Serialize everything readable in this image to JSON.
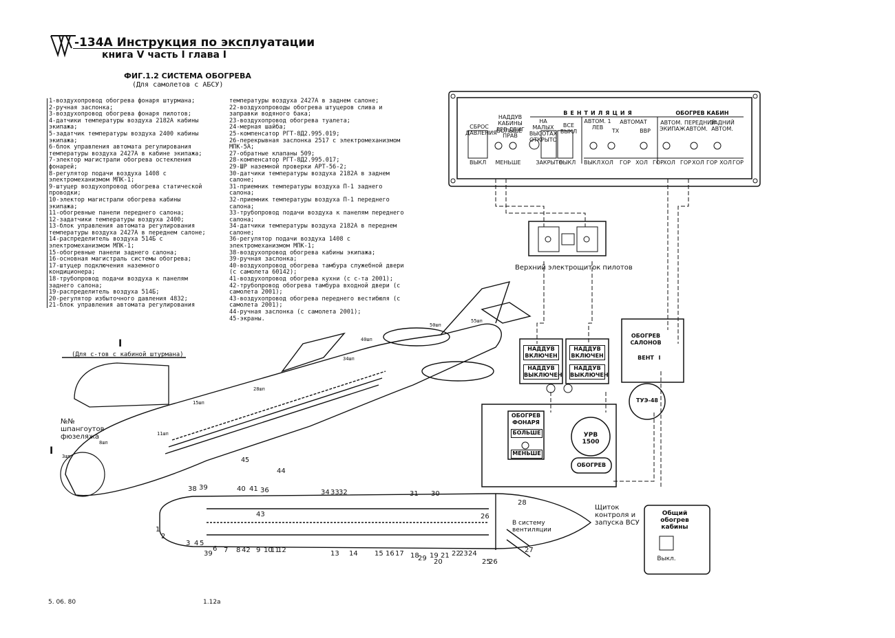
{
  "header": {
    "line1": "-134A Инструкция по эксплуатации",
    "line2": "книга V часть I глава I"
  },
  "figure": {
    "title": "ФИГ.1.2 СИСТЕМА ОБОГРЕВА",
    "subtitle": "(Для самолетов с АБСУ)"
  },
  "legend_left": [
    "1-воздухопровод обогрева фонаря штурмана;",
    "2-ручная заслонка;",
    "3-воздухопровод обогрева фонаря пилотов;",
    "4-датчики температуры воздуха 2182А кабины экипажа;",
    "5-задатчик температуры воздуха 2400 кабины экипажа;",
    "6-блок управления автомата регулирования температуры воздуха 2427А в кабине экипажа;",
    "7-электор магистрали обогрева остекления фонарей;",
    "8-регулятор подачи воздуха 1408 с электромеханизмом МПК-1;",
    "9-штуцер воздухопровод обогрева статической проводки;",
    "10-электор магистрали обогрева кабины экипажа;",
    "11-обогревные панели переднего салона;",
    "12-задатчики температуры воздуха 2400;",
    "13-блок управления автомата регулирования температуры воздуха 2427А в переднем салоне;",
    "14-распределитель воздуха 514Б с электромеханизмом МПК-1;",
    "15-обогревные панели заднего салона;",
    "16-основная магистраль системы обогрева;",
    "17-штуцер подключения наземного кондиционера;",
    "18-трубопровод подачи воздуха к панелям заднего салона;",
    "19-распределитель воздуха 514Б;",
    "20-регулятор избыточного давления 4832;",
    "21-блок управления автомата регулирования"
  ],
  "legend_right": [
    "температуры воздуха 2427А в заднем салоне;",
    "22-воздухопроводы обогрева штуцеров слива и заправки водяного бака;",
    "23-воздухопровод обогрева туалета;",
    "24-мерная шайба;",
    "25-компенсатор РГТ-8Д2.995.019;",
    "26-перекрывная заслонка 2517 с электромеханизмом МПК-5А;",
    "27-обратные клапаны 509;",
    "28-компенсатор РГТ-8Д2.995.017;",
    "29-ШР наземной проверки АРТ-56-2;",
    "30-датчики температуры воздуха 2182А в заднем салоне;",
    "31-приемник температуры воздуха П-1 заднего салона;",
    "32-приемник температуры воздуха П-1 переднего салона;",
    "33-трубопровод подачи воздуха к панелям переднего салона;",
    "34-датчики температуры воздуха 2182А в переднем салоне;",
    "36-регулятор подачи воздуха 1408 с электромеханизмом МПК-1;",
    "38-воздухопровод обогрева кабины экипажа;",
    "39-ручная заслонка;",
    "40-воздухопровод обогрева тамбура служебной двери (с самолета 60142);",
    "41-воздухопровод обогрева кухни (с с-та 2001);",
    "42-трубопровод обогрева тамбура входной двери (с самолета 2001);",
    "43-воздухопровод обогрева переднего вестибюля (с самолета 2001);",
    "44-ручная заслонка (с самолета 2001);",
    "45-экраны."
  ],
  "panel": {
    "group_vent": "ВЕНТИЛЯЦИЯ",
    "group_heat": "ОБОГРЕВ КАБИН",
    "labels": [
      "СБРОС ДАВЛЕНИЯ",
      "НАДДУВ КАБИНЫ ЛЕВ ДВИГ ПРАВ",
      "НА МАЛЫХ ВЫСОТАХ ОТКРЫТО",
      "ВСЕ ВЫКЛ",
      "АВТОМ. 1 ЛЕВ",
      "АВТОМАТ",
      "ТХ",
      "ВВР",
      "АВТОМ. ЭКИПАЖ",
      "ПЕРЕДНИЙ АВТОМ.",
      "ЗАДНИЙ АВТОМ."
    ],
    "bottom_labels": [
      "ВЫКЛ",
      "МЕНЬШЕ",
      "ЗАКРЫТО",
      "ВЫКЛ",
      "ВЫКЛ",
      "ХОЛ",
      "ГОР",
      "ХОЛ",
      "ГОР",
      "ХОЛ",
      "ГОР",
      "ХОЛ",
      "ГОР",
      "ХОЛ",
      "ГОР"
    ],
    "big": "БОЛЬШЕ"
  },
  "upper_panel_caption": "Верхний электрощиток пилотов",
  "annunciators": [
    "НАДДУВ ВКЛЮЧЕН",
    "НАДДУВ ВЫКЛЮЧЕН",
    "НАДДУВ ВКЛЮЧЕН",
    "НАДДУВ ВЫКЛЮЧЕН"
  ],
  "salon_box": [
    "ОБОГРЕВ САЛОНОВ",
    "ВЕНТ",
    "I"
  ],
  "tue_label": "ТУЭ-48",
  "canopy_box": [
    "ОБОГРЕВ ФОНАРЯ",
    "БОЛЬШЕ",
    "МЕНЬШЕ"
  ],
  "urv_label": "УРВ 1500",
  "obogrev_button": "ОБОГРЕВ",
  "vsu_caption": "Щиток контроля и запуска ВСУ",
  "cabin_box": [
    "Общий обогрев кабины",
    "Выкл."
  ],
  "vent_caption": "В систему вентиляции",
  "inset": {
    "mark": "I",
    "caption": "(Для с-тов с кабиной штурмана)"
  },
  "frames_caption": "№№ шпангоутов фюзеляжа",
  "frame_labels": [
    "3шп",
    "8шп",
    "11шп",
    "15шп",
    "28шп",
    "34шп",
    "40шп",
    "50шп",
    "55шп"
  ],
  "callouts_top": [
    "38",
    "39",
    "40",
    "41",
    "36",
    "44",
    "43",
    "34",
    "33",
    "32",
    "31",
    "30",
    "28",
    "26"
  ],
  "callouts_bottom": [
    "1",
    "2",
    "3",
    "4",
    "5",
    "6",
    "39",
    "7",
    "8",
    "42",
    "9",
    "10",
    "11",
    "12",
    "13",
    "14",
    "15",
    "16",
    "17",
    "18",
    "29",
    "19",
    "20",
    "21",
    "22",
    "23",
    "24",
    "25",
    "26",
    "27"
  ],
  "callout_45": "45",
  "callout_I": "I",
  "footer": {
    "date": "5. 06. 80",
    "page": "1.12а"
  }
}
